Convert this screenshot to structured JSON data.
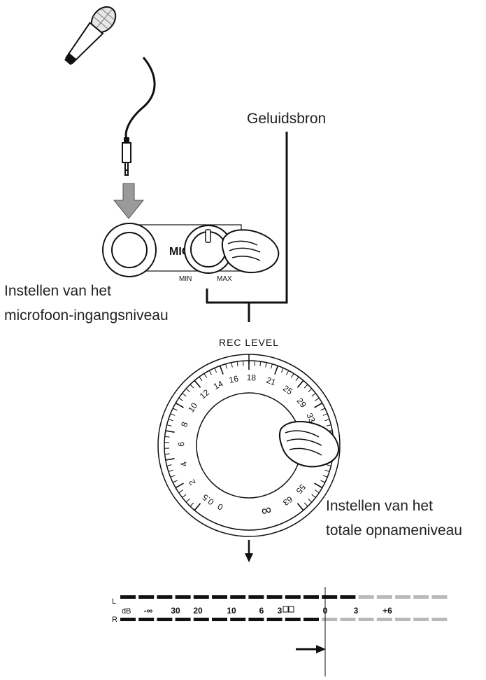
{
  "labels": {
    "source": "Geluidsbron",
    "mic_caption_line1": "Instellen van het",
    "mic_caption_line2": "microfoon-ingangsniveau",
    "rec_caption_line1": "Instellen van het",
    "rec_caption_line2": "totale opnameniveau",
    "mic_jack": "MIC",
    "mic_min": "MIN",
    "mic_max": "MAX",
    "rec_level": "REC LEVEL",
    "meter_left": "L",
    "meter_right": "R",
    "meter_db": "dB"
  },
  "rec_dial": {
    "scale_labels": [
      "0",
      "0.5",
      "2",
      "4",
      "6",
      "8",
      "10",
      "12",
      "14",
      "16",
      "18",
      "21",
      "25",
      "29",
      "33",
      "55",
      "63",
      "∞"
    ]
  },
  "meter": {
    "scale": [
      "-∞",
      "30",
      "20",
      "10",
      "6",
      "3",
      "",
      "0",
      "3",
      "+6"
    ],
    "left_active_segments": 13,
    "right_active_segments": 11,
    "total_segments": 18
  },
  "colors": {
    "ink": "#111111",
    "arrow_fill": "#9a9a9a",
    "meter_inactive": "#b9b9b9",
    "hand_fill": "#ffffff"
  }
}
